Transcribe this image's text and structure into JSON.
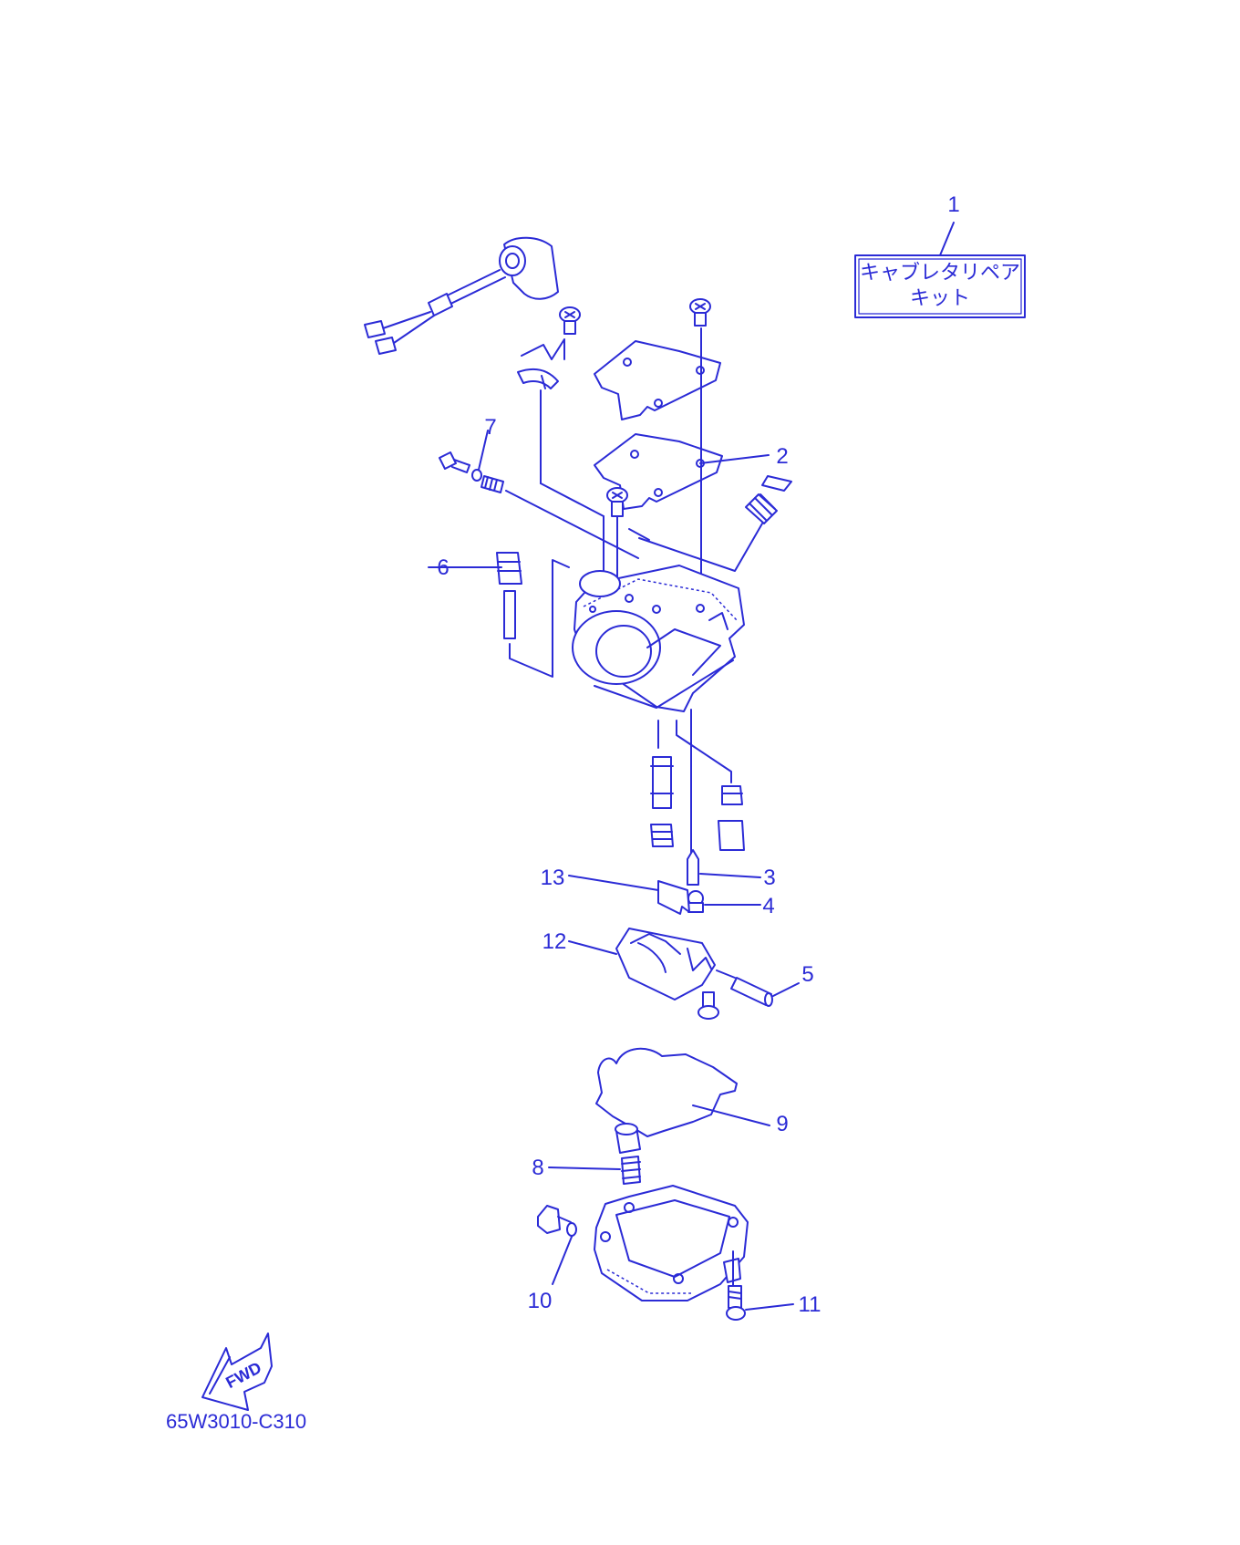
{
  "kit_label": {
    "line1": "キャブレタリペア",
    "line2": "キット"
  },
  "callouts": [
    "1",
    "2",
    "3",
    "4",
    "5",
    "6",
    "7",
    "8",
    "9",
    "10",
    "11",
    "12",
    "13"
  ],
  "direction_arrow": "FWD",
  "diagram_code": "65W3010-C310",
  "colors": {
    "ink": "#2b2bd6",
    "background": "#ffffff"
  }
}
